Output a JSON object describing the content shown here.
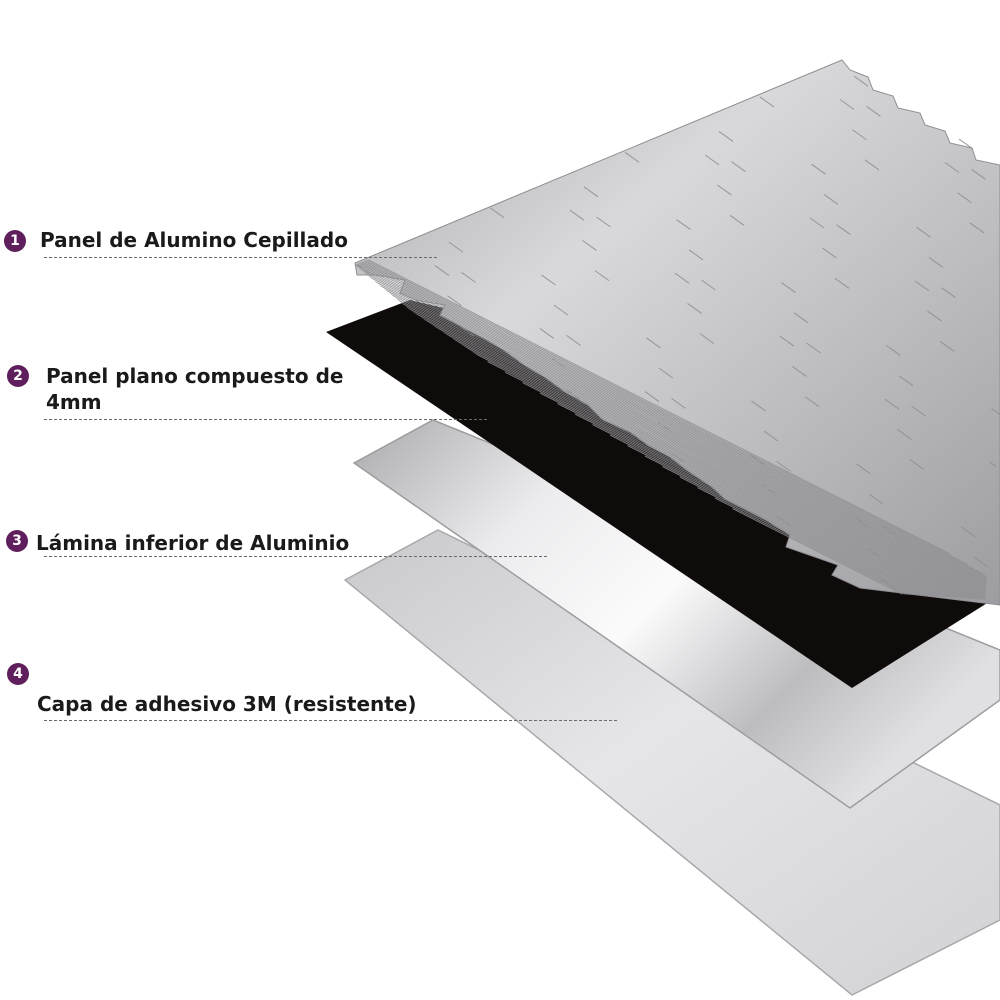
{
  "layers": [
    {
      "number": "1",
      "label": "Panel de Alumino Cepillado"
    },
    {
      "number": "2",
      "label_line1": "Panel plano compuesto de",
      "label_line2": "4mm"
    },
    {
      "number": "3",
      "label": "Lámina inferior de Aluminio"
    },
    {
      "number": "4",
      "label": "Capa de adhesivo 3M (resistente)"
    }
  ],
  "colors": {
    "badge": "#5e1f5c",
    "text": "#1a1a1a",
    "leader": "#6a6a6a",
    "black_panel": "#100b0b",
    "tile": "#b8b8bb",
    "sheet": "#cfcfd2"
  }
}
